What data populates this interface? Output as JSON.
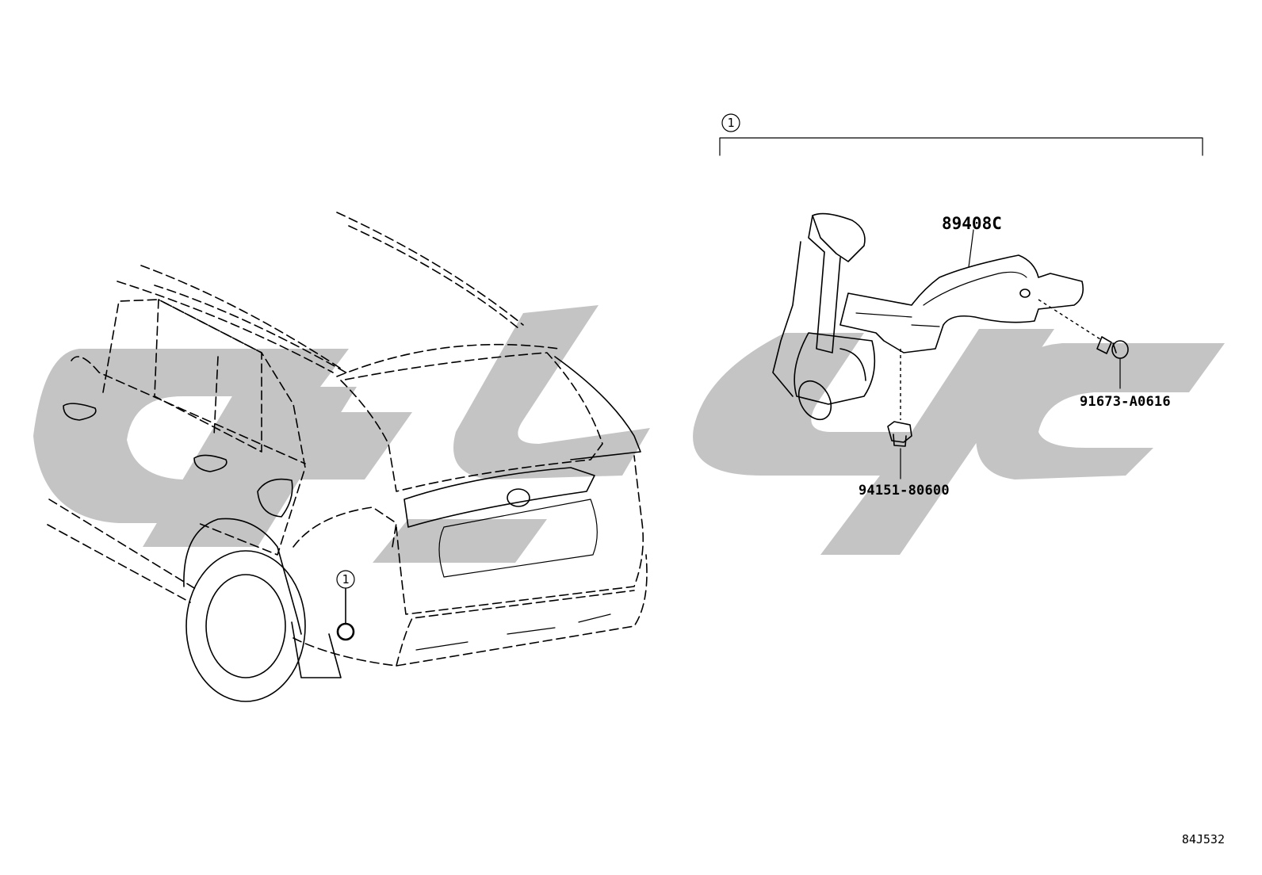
{
  "diagram": {
    "callouts": [
      {
        "ref": "1"
      },
      {
        "ref": "1"
      }
    ],
    "part_numbers": {
      "sensor": "89408C",
      "bolt": "91673-A0616",
      "nut": "94151-80600"
    },
    "illustration_code": "84J532",
    "watermark_color": "#c4c4c4",
    "line_color": "#000000"
  }
}
